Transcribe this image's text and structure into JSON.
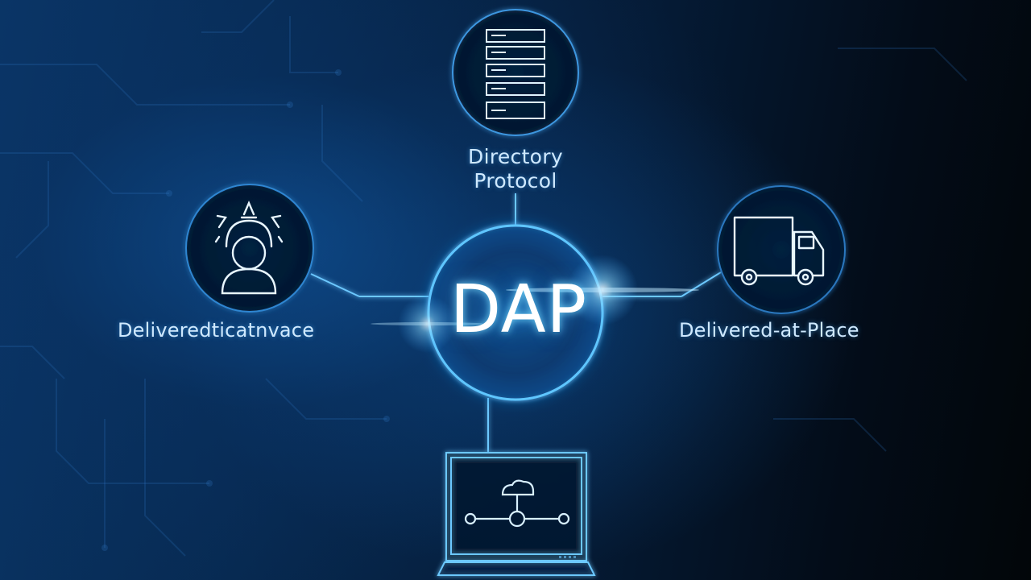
{
  "center": {
    "label": "DAP"
  },
  "nodes": {
    "top": {
      "icon": "server-rack-icon",
      "label_line1": "Directory",
      "label_line2": "Protocol"
    },
    "left": {
      "icon": "person-signal-icon",
      "label": "Delivered͏tica͏tnvace"
    },
    "right": {
      "icon": "delivery-truck-icon",
      "label": "Delivered-at-Place"
    },
    "bottom": {
      "icon": "laptop-network-icon"
    }
  },
  "colors": {
    "accent": "#4fc3ff",
    "glow": "#7fd8ff",
    "background_dark": "#020609",
    "background_blue": "#0a3566",
    "text": "#cfe9ff"
  }
}
